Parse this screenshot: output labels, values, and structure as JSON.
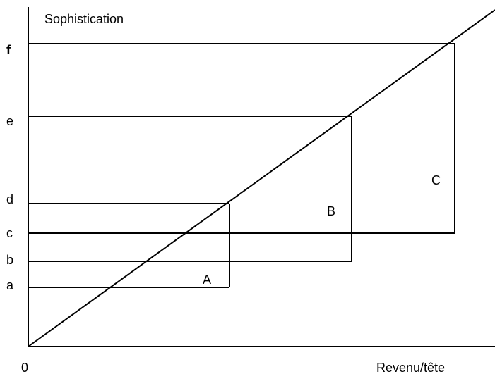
{
  "diagram": {
    "y_axis_title": "Sophistication",
    "x_axis_title": "Revenu/tête",
    "origin_label": "0",
    "y_levels": [
      {
        "label": "f",
        "bold": true
      },
      {
        "label": "e",
        "bold": false
      },
      {
        "label": "d",
        "bold": false
      },
      {
        "label": "c",
        "bold": false
      },
      {
        "label": "b",
        "bold": false
      },
      {
        "label": "a",
        "bold": false
      }
    ],
    "boxes": [
      {
        "label": "A"
      },
      {
        "label": "B"
      },
      {
        "label": "C"
      }
    ]
  }
}
